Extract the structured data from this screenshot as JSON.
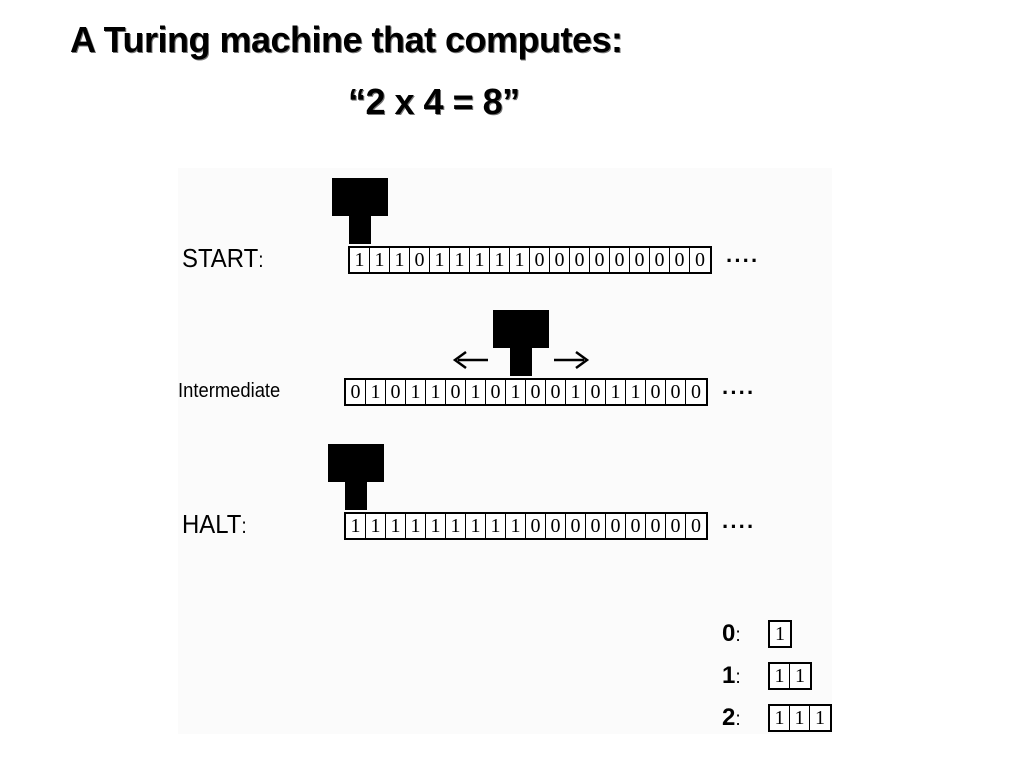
{
  "title": {
    "line1": "A Turing machine that computes:",
    "line2": "“2 x 4 = 8”"
  },
  "rows": {
    "start": {
      "label": "START",
      "colon": ":",
      "tape": [
        "1",
        "1",
        "1",
        "0",
        "1",
        "1",
        "1",
        "1",
        "1",
        "0",
        "0",
        "0",
        "0",
        "0",
        "0",
        "0",
        "0",
        "0"
      ],
      "dots": "····"
    },
    "intermediate": {
      "label": "Intermediate",
      "colon": "",
      "tape": [
        "0",
        "1",
        "0",
        "1",
        "1",
        "0",
        "1",
        "0",
        "1",
        "0",
        "0",
        "1",
        "0",
        "1",
        "1",
        "0",
        "0",
        "0"
      ],
      "dots": "····"
    },
    "halt": {
      "label": "HALT",
      "colon": ":",
      "tape": [
        "1",
        "1",
        "1",
        "1",
        "1",
        "1",
        "1",
        "1",
        "1",
        "0",
        "0",
        "0",
        "0",
        "0",
        "0",
        "0",
        "0",
        "0"
      ],
      "dots": "····"
    }
  },
  "encoding_key": [
    {
      "label": "0",
      "colon": ":",
      "cells": [
        "1"
      ]
    },
    {
      "label": "1",
      "colon": ":",
      "cells": [
        "1",
        "1"
      ]
    },
    {
      "label": "2",
      "colon": ":",
      "cells": [
        "1",
        "1",
        "1"
      ]
    }
  ],
  "icons": {
    "head": "tape-head-icon",
    "left_arrow": "arrow-left-icon",
    "right_arrow": "arrow-right-icon"
  },
  "colors": {
    "ink": "#000000",
    "figure_background": "#fbfbfb"
  }
}
